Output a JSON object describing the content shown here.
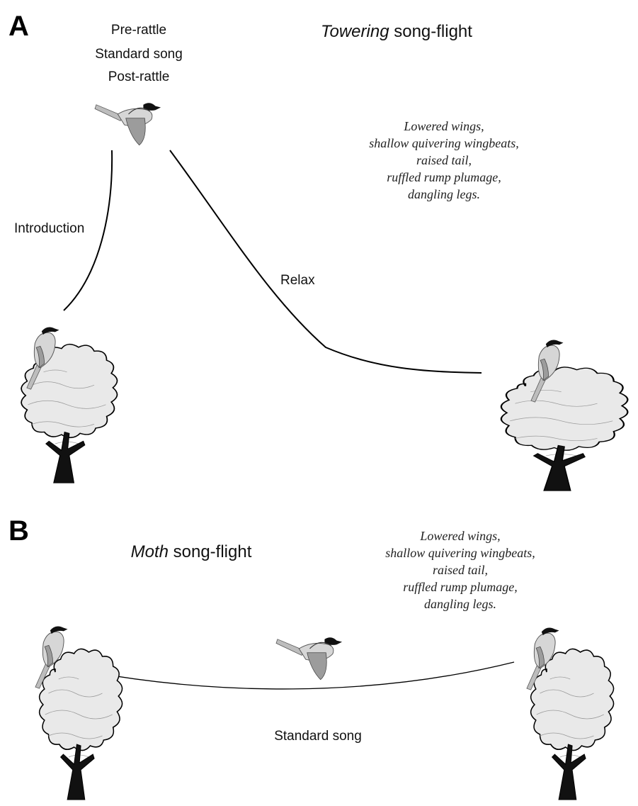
{
  "panel_a": {
    "letter": "A",
    "title_italic": "Towering",
    "title_rest": " song-flight",
    "song_phases": [
      "Pre-rattle",
      "Standard song",
      "Post-rattle"
    ],
    "introduction_label": "Introduction",
    "relax_label": "Relax",
    "posture_lines": [
      "Lowered wings,",
      "shallow quivering wingbeats,",
      "raised tail,",
      "ruffled rump plumage,",
      "dangling legs."
    ]
  },
  "panel_b": {
    "letter": "B",
    "title_italic": "Moth",
    "title_rest": " song-flight",
    "song_label": "Standard song",
    "posture_lines": [
      "Lowered wings,",
      "shallow quivering wingbeats,",
      "raised tail,",
      "ruffled rump plumage,",
      "dangling legs."
    ]
  },
  "icons": {
    "perched_bird": "perched-bird-icon",
    "flying_bird": "flying-bird-icon",
    "tree": "tree-icon"
  }
}
